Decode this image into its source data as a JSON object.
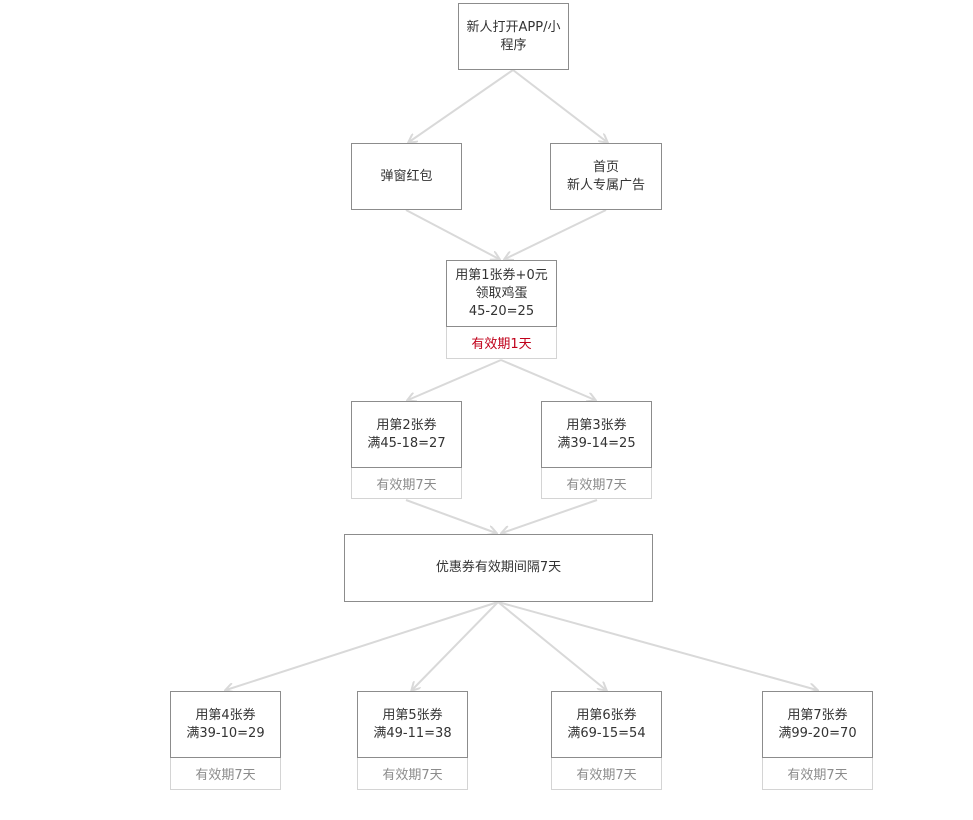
{
  "flow": {
    "start": {
      "lines": [
        "新人打开APP/小",
        "程序"
      ]
    },
    "popup": {
      "lines": [
        "弹窗红包"
      ]
    },
    "home": {
      "lines": [
        "首页",
        "新人专属广告"
      ]
    },
    "coupon1": {
      "lines": [
        "用第1张券+0元",
        "领取鸡蛋",
        "45-20=25"
      ],
      "validity": "有效期1天"
    },
    "coupon2": {
      "lines": [
        "用第2张券",
        "满45-18=27"
      ],
      "validity": "有效期7天"
    },
    "coupon3": {
      "lines": [
        "用第3张券",
        "满39-14=25"
      ],
      "validity": "有效期7天"
    },
    "interval": {
      "lines": [
        "优惠券有效期间隔7天"
      ]
    },
    "coupon4": {
      "lines": [
        "用第4张券",
        "满39-10=29"
      ],
      "validity": "有效期7天"
    },
    "coupon5": {
      "lines": [
        "用第5张券",
        "满49-11=38"
      ],
      "validity": "有效期7天"
    },
    "coupon6": {
      "lines": [
        "用第6张券",
        "满69-15=54"
      ],
      "validity": "有效期7天"
    },
    "coupon7": {
      "lines": [
        "用第7张券",
        "满99-20=70"
      ],
      "validity": "有效期7天"
    }
  },
  "colors": {
    "edge": "#d9d9d9",
    "border": "#8c8c8c",
    "validity_highlight": "#c0001a",
    "validity_normal": "#8c8c8c"
  }
}
